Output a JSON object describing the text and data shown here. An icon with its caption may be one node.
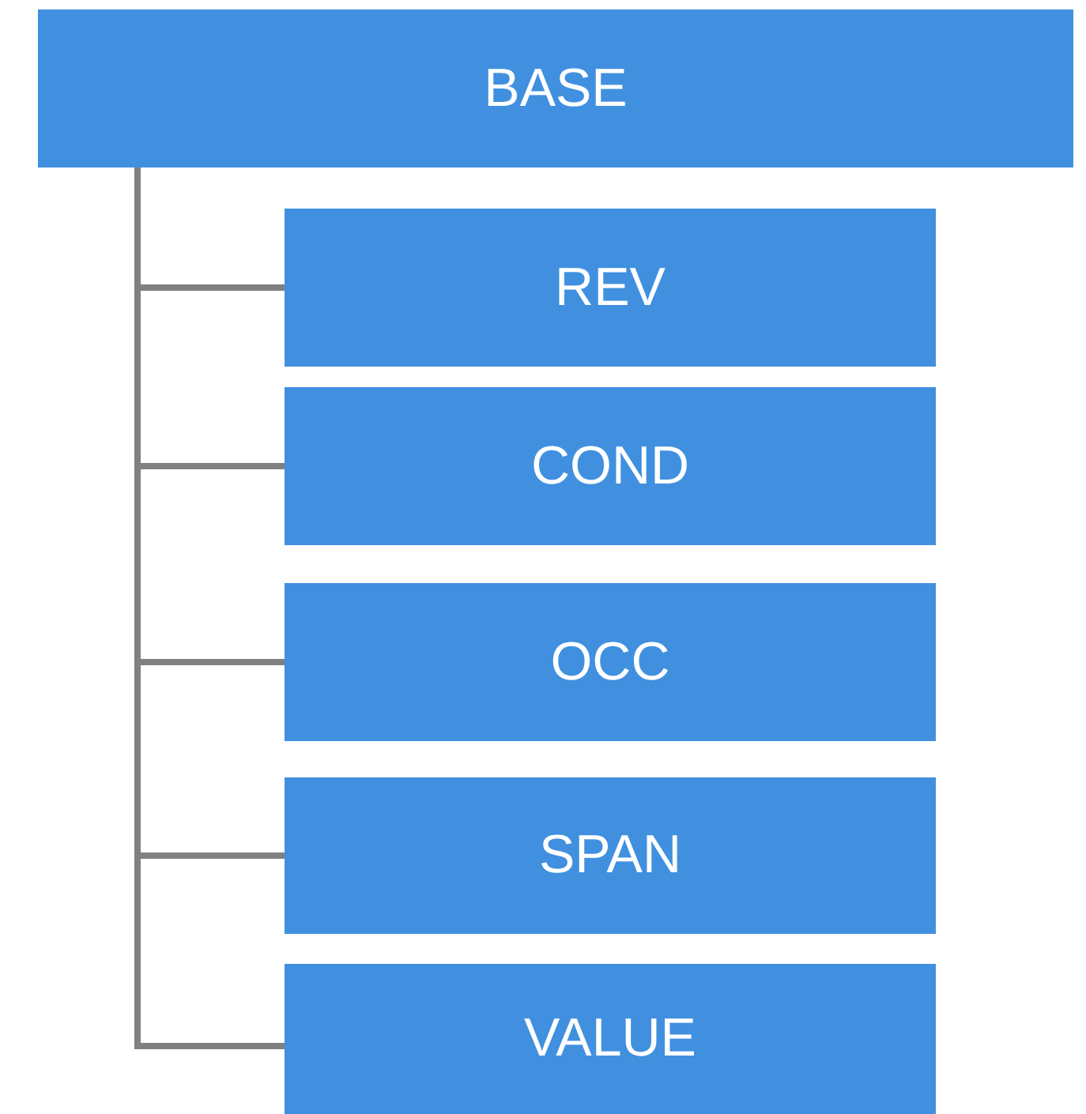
{
  "diagram": {
    "nodes": [
      {
        "text": [
          "BASE"
        ]
      },
      {
        "text": [
          "REV"
        ]
      },
      {
        "text": [
          "COND"
        ]
      },
      {
        "text": [
          "OCC"
        ]
      },
      {
        "text": [
          "SPAN"
        ]
      },
      {
        "text": [
          "VALUE"
        ]
      }
    ],
    "edges": [
      {
        "from": 0,
        "to": 1,
        "arrow": "none"
      },
      {
        "from": 0,
        "to": 2,
        "arrow": "none"
      },
      {
        "from": 0,
        "to": 3,
        "arrow": "none"
      },
      {
        "from": 0,
        "to": 4,
        "arrow": "none"
      },
      {
        "from": 0,
        "to": 5,
        "arrow": "none"
      }
    ]
  }
}
